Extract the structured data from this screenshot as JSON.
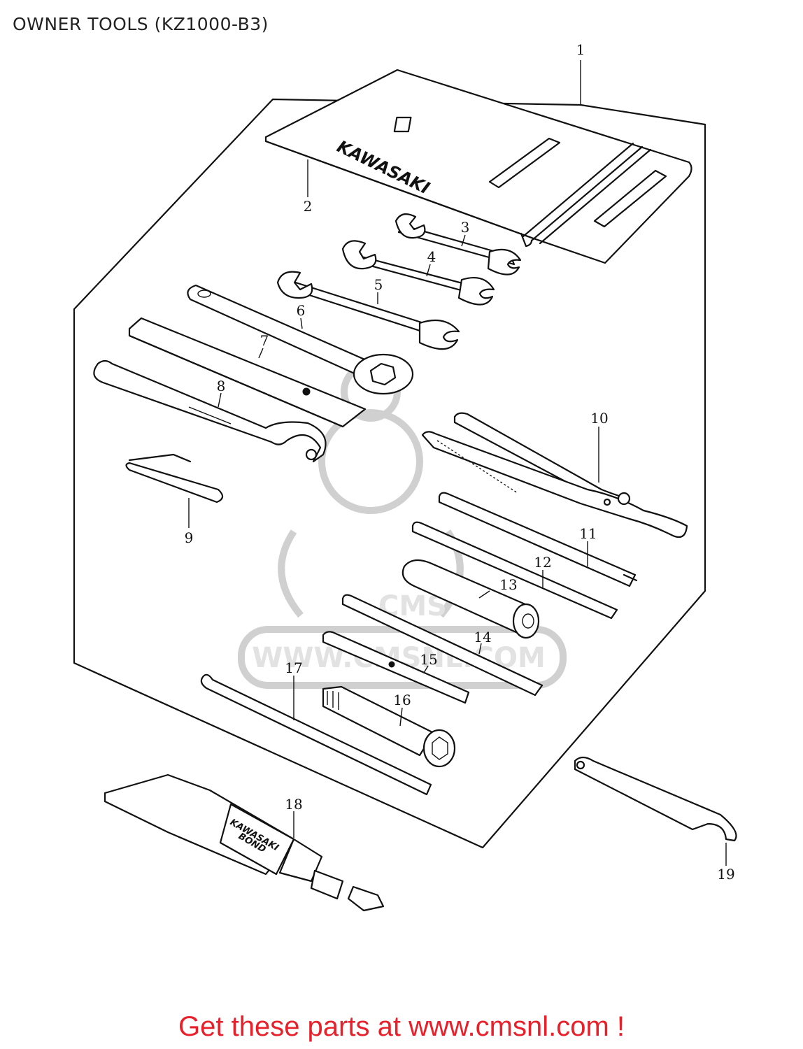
{
  "title": "OWNER TOOLS (KZ1000-B3)",
  "footer": "Get these parts at www.cmsnl.com !",
  "watermark": {
    "text": "WWW.CMSNL.COM",
    "logo": "CMS"
  },
  "brand_marks": {
    "bag": "KAWASAKI",
    "tube_line1": "KAWASAKI",
    "tube_line2": "BOND"
  },
  "callouts": [
    {
      "id": "1",
      "label": "1"
    },
    {
      "id": "2",
      "label": "2"
    },
    {
      "id": "3",
      "label": "3"
    },
    {
      "id": "4",
      "label": "4"
    },
    {
      "id": "5",
      "label": "5"
    },
    {
      "id": "6",
      "label": "6"
    },
    {
      "id": "7",
      "label": "7"
    },
    {
      "id": "8",
      "label": "8"
    },
    {
      "id": "9",
      "label": "9"
    },
    {
      "id": "10",
      "label": "10"
    },
    {
      "id": "11",
      "label": "11"
    },
    {
      "id": "12",
      "label": "12"
    },
    {
      "id": "13",
      "label": "13"
    },
    {
      "id": "14",
      "label": "14"
    },
    {
      "id": "15",
      "label": "15"
    },
    {
      "id": "16",
      "label": "16"
    },
    {
      "id": "17",
      "label": "17"
    },
    {
      "id": "18",
      "label": "18"
    },
    {
      "id": "19",
      "label": "19"
    }
  ],
  "colors": {
    "footer_text": "#e8202a",
    "line": "#111111",
    "watermark": "#d0d0d0"
  }
}
